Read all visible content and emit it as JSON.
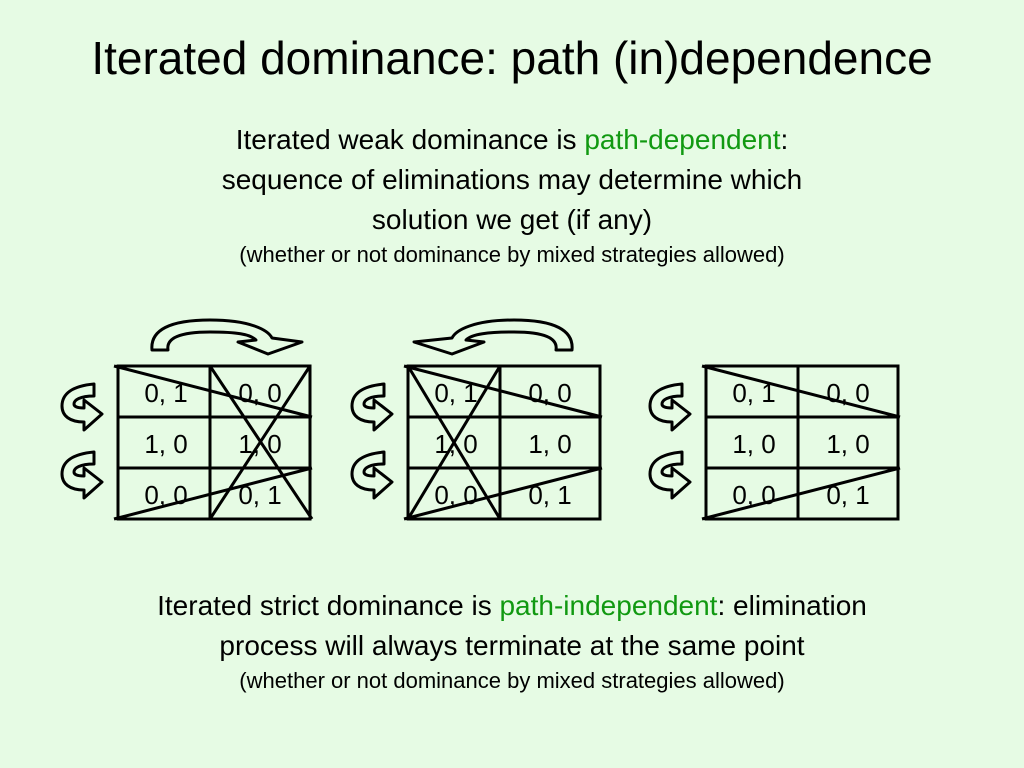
{
  "title": "Iterated dominance: path (in)dependence",
  "weak": {
    "line1_prefix": "Iterated weak dominance is ",
    "line1_highlight": "path-dependent",
    "line1_suffix": ":",
    "line2": "sequence of eliminations may determine which",
    "line3": "solution we get (if any)",
    "note": "(whether or not dominance by mixed strategies allowed)"
  },
  "matrices": [
    {
      "cells": [
        [
          "0, 1",
          "0, 0"
        ],
        [
          "1, 0",
          "1, 0"
        ],
        [
          "0, 0",
          "0, 1"
        ]
      ]
    },
    {
      "cells": [
        [
          "0, 1",
          "0, 0"
        ],
        [
          "1, 0",
          "1, 0"
        ],
        [
          "0, 0",
          "0, 1"
        ]
      ]
    },
    {
      "cells": [
        [
          "0, 1",
          "0, 0"
        ],
        [
          "1, 0",
          "1, 0"
        ],
        [
          "0, 0",
          "0, 1"
        ]
      ]
    }
  ],
  "strict": {
    "line1_prefix": "Iterated strict dominance is ",
    "line1_highlight": "path-independent",
    "line1_suffix": ": elimination",
    "line2": "process will always terminate at the same point",
    "note": "(whether or not dominance by mixed strategies allowed)"
  },
  "colors": {
    "background": "#e6fbe4",
    "highlight": "#119911"
  }
}
